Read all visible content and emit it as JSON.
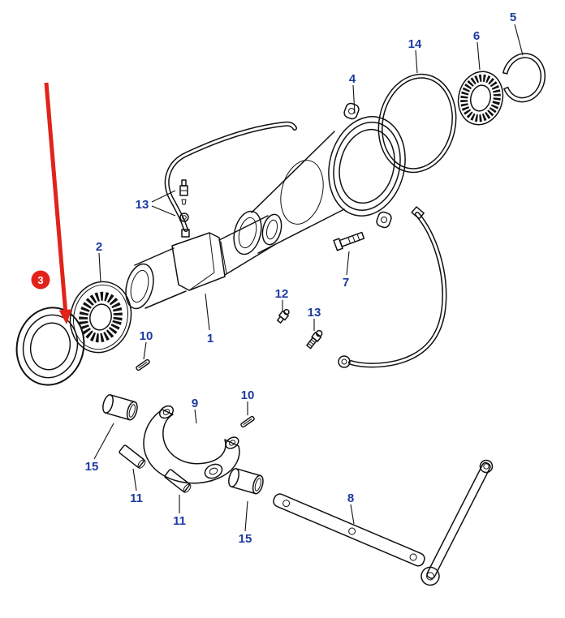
{
  "diagram": {
    "type": "exploded-parts-diagram",
    "background": "#ffffff",
    "colors": {
      "label_text": "#1c3aa0",
      "highlight": "#e2231a",
      "line": "#111111"
    },
    "highlighted_part": "3",
    "callouts": [
      {
        "id": "callout-5",
        "label": "5"
      },
      {
        "id": "callout-6",
        "label": "6"
      },
      {
        "id": "callout-14",
        "label": "14"
      },
      {
        "id": "callout-4",
        "label": "4"
      },
      {
        "id": "callout-13-top",
        "label": "13"
      },
      {
        "id": "callout-2",
        "label": "2"
      },
      {
        "id": "callout-3",
        "label": "3",
        "highlighted": true
      },
      {
        "id": "callout-7",
        "label": "7"
      },
      {
        "id": "callout-12",
        "label": "12"
      },
      {
        "id": "callout-13-mid",
        "label": "13"
      },
      {
        "id": "callout-10-left",
        "label": "10"
      },
      {
        "id": "callout-1",
        "label": "1"
      },
      {
        "id": "callout-10-right",
        "label": "10"
      },
      {
        "id": "callout-9",
        "label": "9"
      },
      {
        "id": "callout-15-left",
        "label": "15"
      },
      {
        "id": "callout-11-left",
        "label": "11"
      },
      {
        "id": "callout-11-right",
        "label": "11"
      },
      {
        "id": "callout-15-right",
        "label": "15"
      },
      {
        "id": "callout-8",
        "label": "8"
      }
    ]
  }
}
